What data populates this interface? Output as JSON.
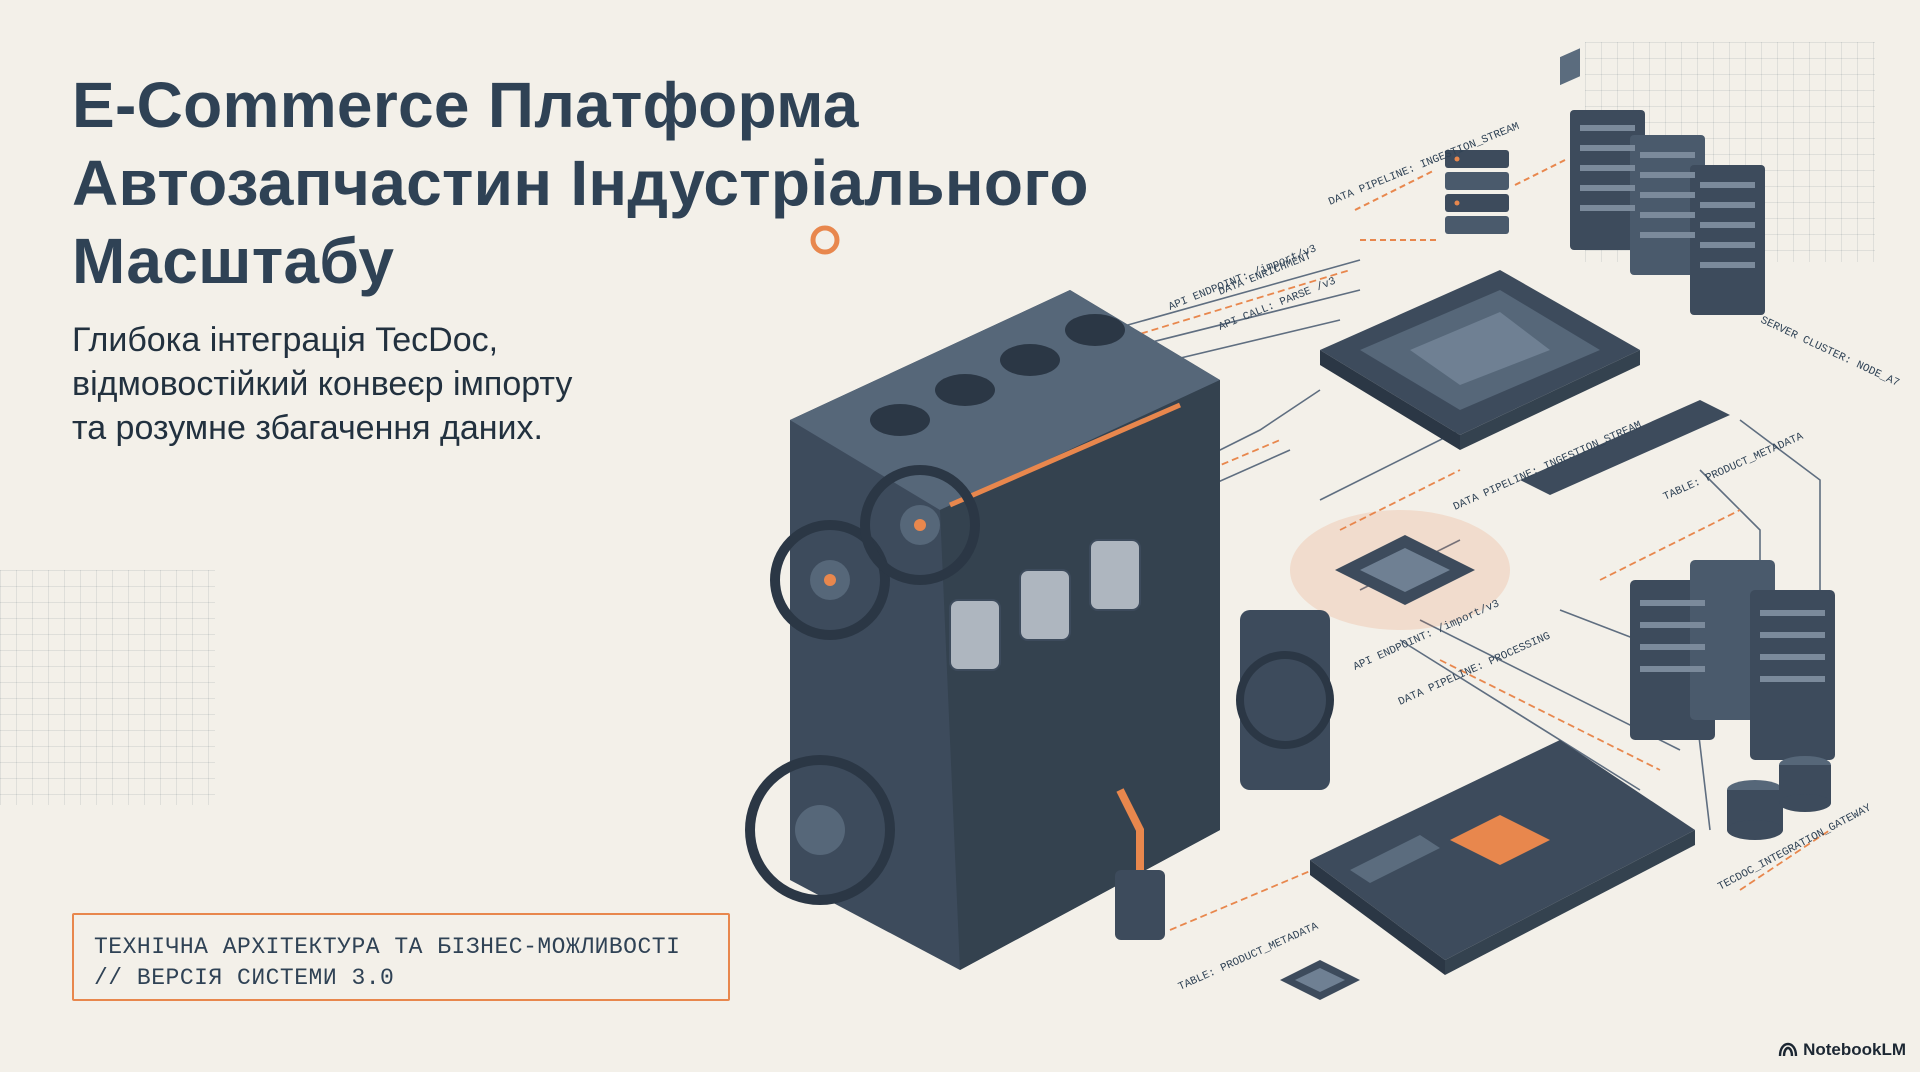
{
  "slide": {
    "title_lines": [
      "E-Commerce Платформа",
      "Автозапчастин Індустріального",
      "Масштабу"
    ],
    "subtitle_lines": [
      "Глибока інтеграція TecDoc,",
      "відмовостійкий конвеєр імпорту",
      "та розумне збагачення даних."
    ],
    "spec_lines": [
      "ТЕХНІЧНА АРХІТЕКТУРА ТА БІЗНЕС-МОЖЛИВОСТІ",
      "// ВЕРСІЯ СИСТЕМИ 3.0"
    ]
  },
  "diagram_labels": {
    "pipeline_top": "DATA PIPELINE: INGESTION_STREAM",
    "api_endpoint": "API ENDPOINT: /import/v3",
    "data_enrich": "DATA ENRICHMENT",
    "api_call": "API CALL: PARSE /v3",
    "server_cluster": "SERVER CLUSTER: NODE_A7",
    "pipeline_mid": "DATA PIPELINE: INGESTION_STREAM",
    "table_meta": "TABLE: PRODUCT_METADATA",
    "api_endpoint_2": "API ENDPOINT: /import/v3",
    "pipeline_low": "DATA PIPELINE: PROCESSING",
    "table_meta_2": "TABLE: PRODUCT_METADATA",
    "gateway": "TECDOC_INTEGRATION_GATEWAY"
  },
  "branding": {
    "logo_text": "NotebookLM",
    "logo_icon": "notebooklm-logo-icon"
  },
  "colors": {
    "background": "#f3f0e9",
    "title": "#2f4255",
    "accent": "#e8874d",
    "metal": "#3d4b5c"
  }
}
